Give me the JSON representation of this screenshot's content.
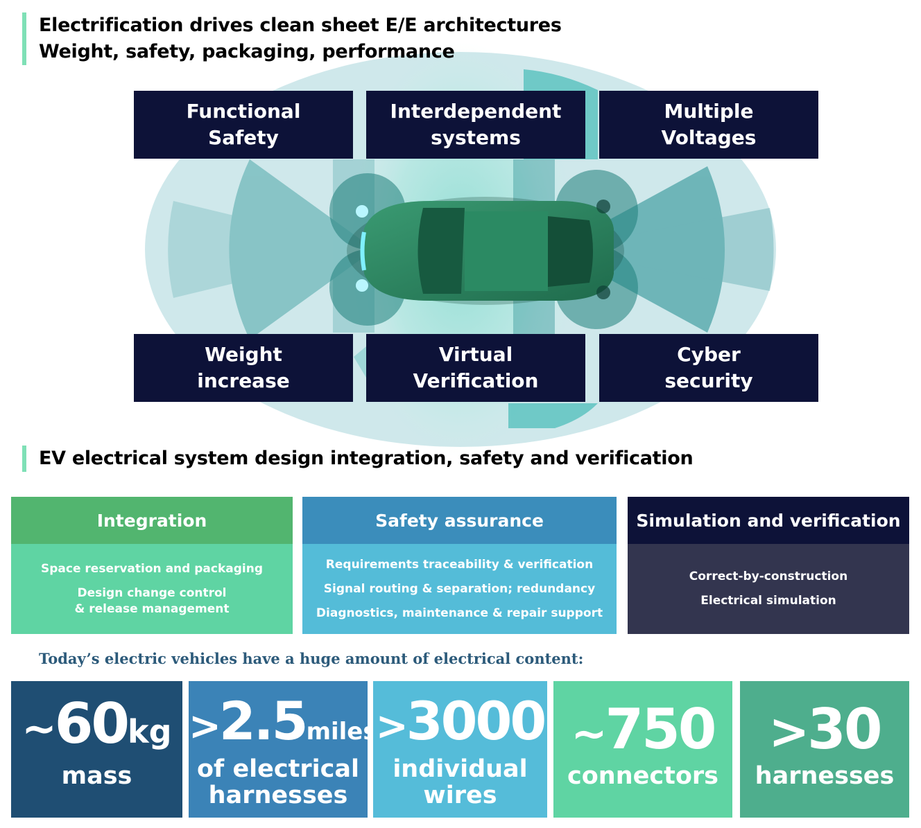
{
  "header": {
    "line1": "Electrification drives clean sheet E/E architectures",
    "line2": "Weight, safety, packaging, performance"
  },
  "challenges": [
    {
      "label": "Functional\nSafety"
    },
    {
      "label": "Interdependent\nsystems"
    },
    {
      "label": "Multiple\nVoltages"
    },
    {
      "label": "Weight\nincrease"
    },
    {
      "label": "Virtual\nVerification"
    },
    {
      "label": "Cyber\nsecurity"
    }
  ],
  "section2": {
    "title": "EV electrical system design integration, safety and verification"
  },
  "columns": [
    {
      "title": "Integration",
      "items": [
        "Space reservation and packaging",
        "Design change control\n& release management"
      ],
      "head_color": "#52b56f",
      "body_color": "#5fd4a3"
    },
    {
      "title": "Safety assurance",
      "items": [
        "Requirements traceability & verification",
        "Signal routing & separation; redundancy",
        "Diagnostics, maintenance & repair support"
      ],
      "head_color": "#3b8dbb",
      "body_color": "#54bcd8"
    },
    {
      "title": "Simulation and verification",
      "items": [
        "Correct-by-construction",
        "Electrical simulation"
      ],
      "head_color": "#0d1238",
      "body_color": "#33354f"
    }
  ],
  "content_intro": "Today’s electric vehicles have a huge amount of electrical content:",
  "stats": [
    {
      "prefix": "~",
      "number": "60",
      "unit": "kg",
      "caption": "mass",
      "color": "#1f4e73"
    },
    {
      "prefix": ">",
      "number": "2.5",
      "unit": "miles",
      "caption": "of electrical\nharnesses",
      "color": "#3b83b7"
    },
    {
      "prefix": ">",
      "number": "3000",
      "unit": "",
      "caption": "individual\nwires",
      "color": "#55bcd9"
    },
    {
      "prefix": "~",
      "number": "750",
      "unit": "",
      "caption": "connectors",
      "color": "#5fd4a3"
    },
    {
      "prefix": ">",
      "number": "30",
      "unit": "",
      "caption": "harnesses",
      "color": "#4eae8d"
    }
  ]
}
